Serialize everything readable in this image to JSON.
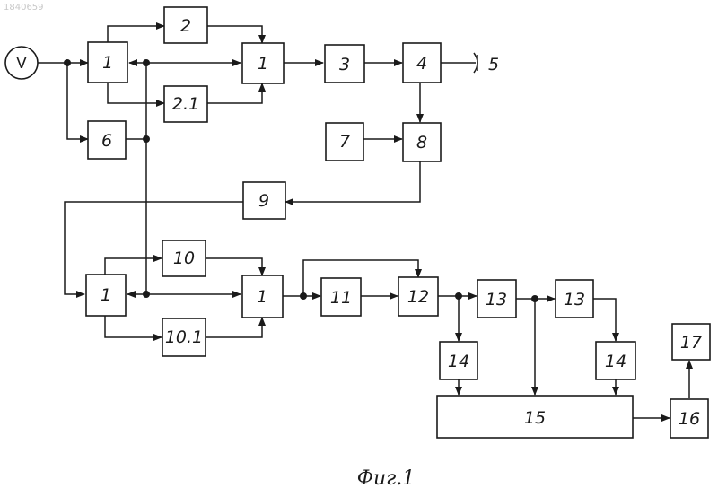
{
  "doc_id": "1840659",
  "caption": "Фиг.1",
  "source_label": "V",
  "blocks": {
    "b1a": "1",
    "b2": "2",
    "b21": "2.1",
    "b1b": "1",
    "b3": "3",
    "b4": "4",
    "b6": "6",
    "b7": "7",
    "b8": "8",
    "b9": "9",
    "b1c": "1",
    "b10": "10",
    "b101": "10.1",
    "b1d": "1",
    "b11": "11",
    "b12": "12",
    "b13a": "13",
    "b13b": "13",
    "b14a": "14",
    "b14b": "14",
    "b15": "15",
    "b16": "16",
    "b17": "17"
  },
  "antenna_label": "5"
}
